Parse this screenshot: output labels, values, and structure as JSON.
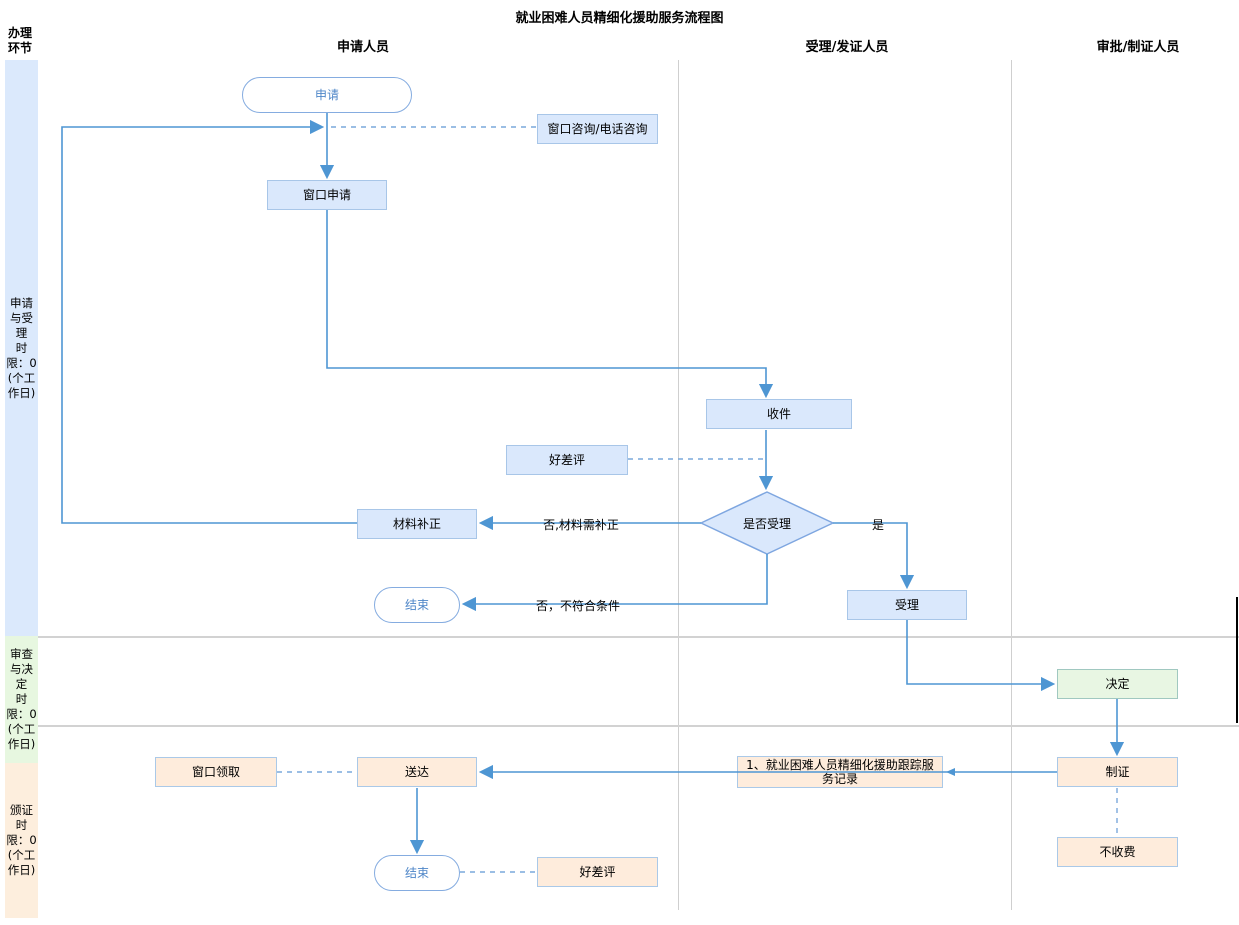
{
  "title": "就业困难人员精细化援助服务流程图",
  "corner_label": "办理\n环节",
  "columns": [
    {
      "label": "申请人员"
    },
    {
      "label": "受理/发证人员"
    },
    {
      "label": "审批/制证人员"
    }
  ],
  "sidebar": {
    "sections": [
      {
        "label": "申请\n与受\n理\n时\n限：0\n(个工\n作日)"
      },
      {
        "label": "审查\n与决\n定\n时\n限：0\n(个工\n作日)"
      },
      {
        "label": "颁证\n时\n限：0\n(个工\n作日)"
      }
    ]
  },
  "nodes": {
    "apply": {
      "label": "申请"
    },
    "consult": {
      "label": "窗口咨询/电话咨询"
    },
    "window_apply": {
      "label": "窗口申请"
    },
    "receive": {
      "label": "收件"
    },
    "review_top": {
      "label": "好差评"
    },
    "is_accept": {
      "label": "是否受理"
    },
    "material_fix": {
      "label": "材料补正"
    },
    "end_mid": {
      "label": "结束"
    },
    "accept": {
      "label": "受理"
    },
    "decide": {
      "label": "决定"
    },
    "make_cert": {
      "label": "制证"
    },
    "track_record": {
      "label": "1、就业困难人员精细化援助跟踪服务记录"
    },
    "deliver": {
      "label": "送达"
    },
    "window_pickup": {
      "label": "窗口领取"
    },
    "no_fee": {
      "label": "不收费"
    },
    "end_bottom": {
      "label": "结束"
    },
    "review_bottom": {
      "label": "好差评"
    }
  },
  "edge_labels": {
    "yes": "是",
    "no_need_fix": "否,材料需补正",
    "no_not_qualified": "否，不符合条件"
  },
  "colors": {
    "box_blue": "#dae8fc",
    "box_green": "#e8f6e3",
    "box_peach": "#feecdc",
    "line_blue": "#4e96d3",
    "lane_gray": "#cfcfcf",
    "sidebar_blue": "#dbe9fc",
    "sidebar_green": "#e7f7e0",
    "sidebar_peach": "#fdeedd"
  }
}
